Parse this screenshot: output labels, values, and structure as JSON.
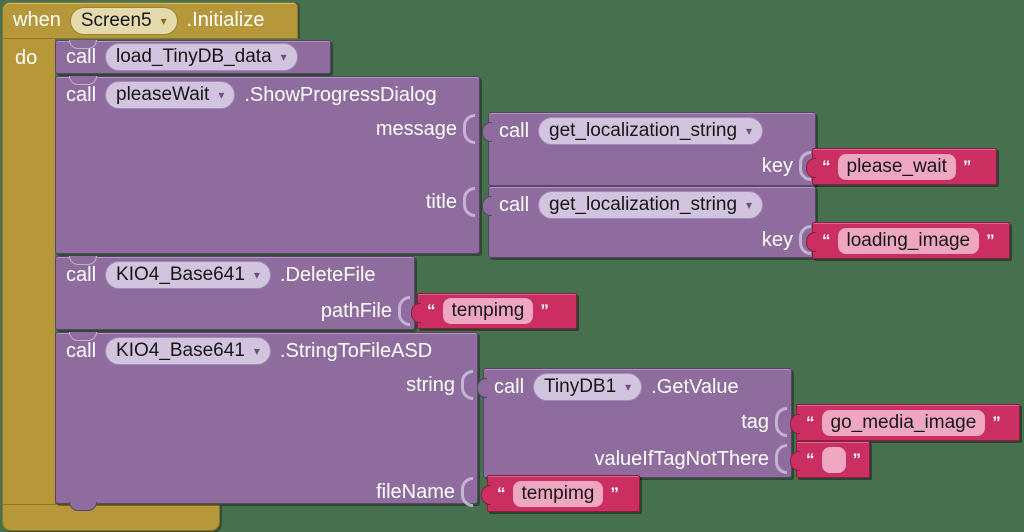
{
  "workspace": {
    "colors": {
      "background": "#47704e",
      "event_block": "#b6983a",
      "call_block": "#8e6d9e",
      "text_block": "#cb2f62",
      "text_value_field": "#efa6c1",
      "dropdown_event": "#e4daac",
      "dropdown_call": "#d2c4de"
    }
  },
  "icons": {
    "dropdown": "▾"
  },
  "quotes": {
    "open": "“",
    "close": "”"
  },
  "event": {
    "keyword": "when",
    "component": "Screen5",
    "event_name": ".Initialize",
    "do_label": "do"
  },
  "blocks": {
    "load_tinydb": {
      "call": "call",
      "procedure": "load_TinyDB_data"
    },
    "show_progress": {
      "call": "call",
      "component": "pleaseWait",
      "method": ".ShowProgressDialog",
      "message_label": "message",
      "title_label": "title"
    },
    "get_loc_message": {
      "call": "call",
      "procedure": "get_localization_string",
      "key_label": "key",
      "value": "please_wait"
    },
    "get_loc_title": {
      "call": "call",
      "procedure": "get_localization_string",
      "key_label": "key",
      "value": "loading_image"
    },
    "delete_file": {
      "call": "call",
      "component": "KIO4_Base641",
      "method": ".DeleteFile",
      "pathfile_label": "pathFile",
      "value": "tempimg"
    },
    "string_to_file": {
      "call": "call",
      "component": "KIO4_Base641",
      "method": ".StringToFileASD",
      "string_label": "string",
      "filename_label": "fileName",
      "filename_value": "tempimg"
    },
    "tinydb_getvalue": {
      "call": "call",
      "component": "TinyDB1",
      "method": ".GetValue",
      "tag_label": "tag",
      "tag_value": "go_media_image",
      "valueif_label": "valueIfTagNotThere",
      "valueif_value": ""
    }
  }
}
